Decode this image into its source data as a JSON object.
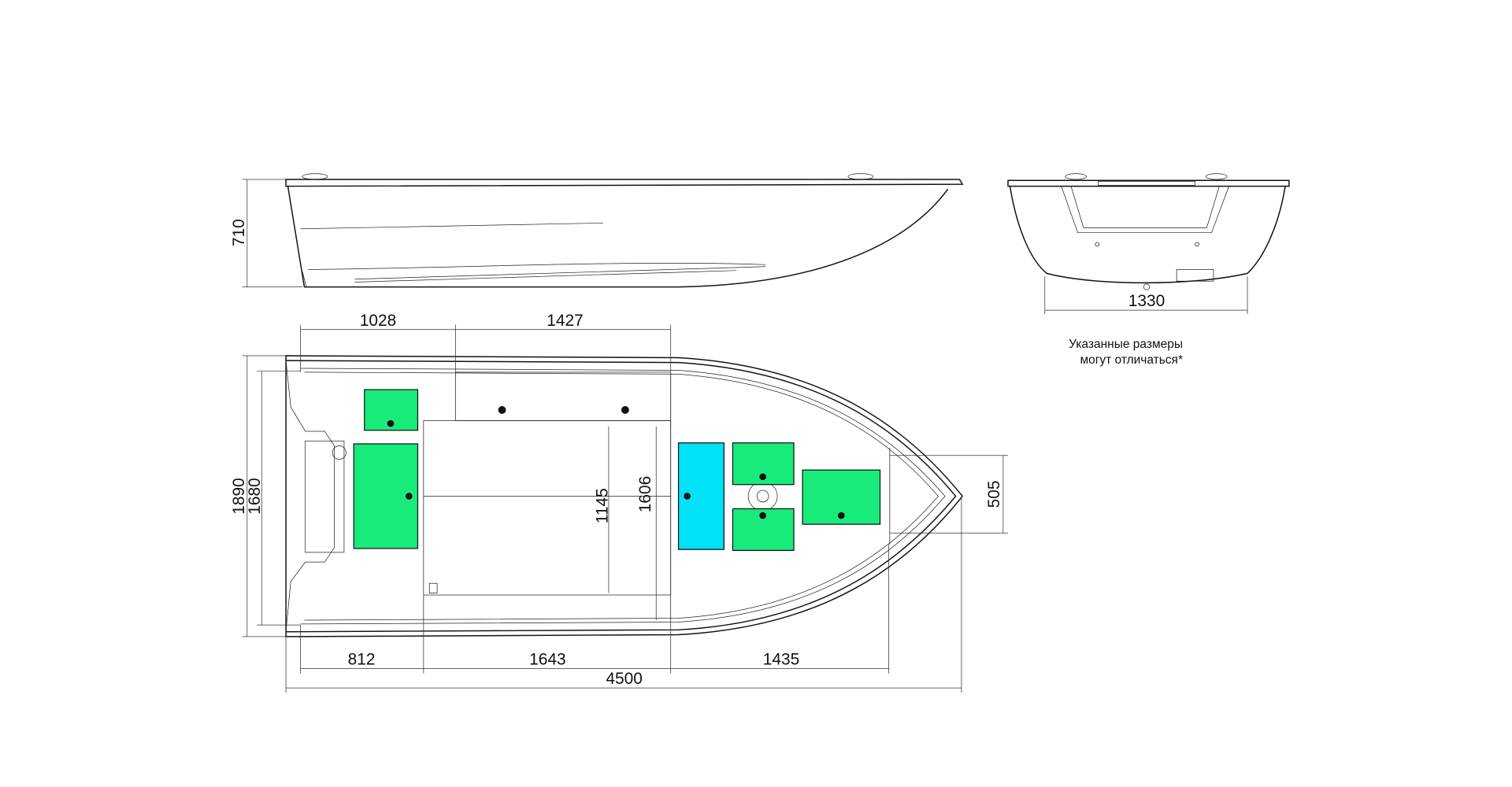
{
  "dimensions": {
    "height_side": "710",
    "beam_front": "1330",
    "top_a": "1028",
    "top_b": "1427",
    "width_overall": "1890",
    "width_inner": "1680",
    "bottom_a": "812",
    "bottom_b": "1643",
    "bottom_c": "1435",
    "length_overall": "4500",
    "cockpit_inner": "1145",
    "cockpit_outer": "1606",
    "bow_width": "505"
  },
  "note": {
    "line1": "Указанные размеры",
    "line2": "могут отличаться*"
  },
  "colors": {
    "panel_green": "#19eb7a",
    "panel_cyan": "#00e1f5",
    "line": "#111111"
  }
}
